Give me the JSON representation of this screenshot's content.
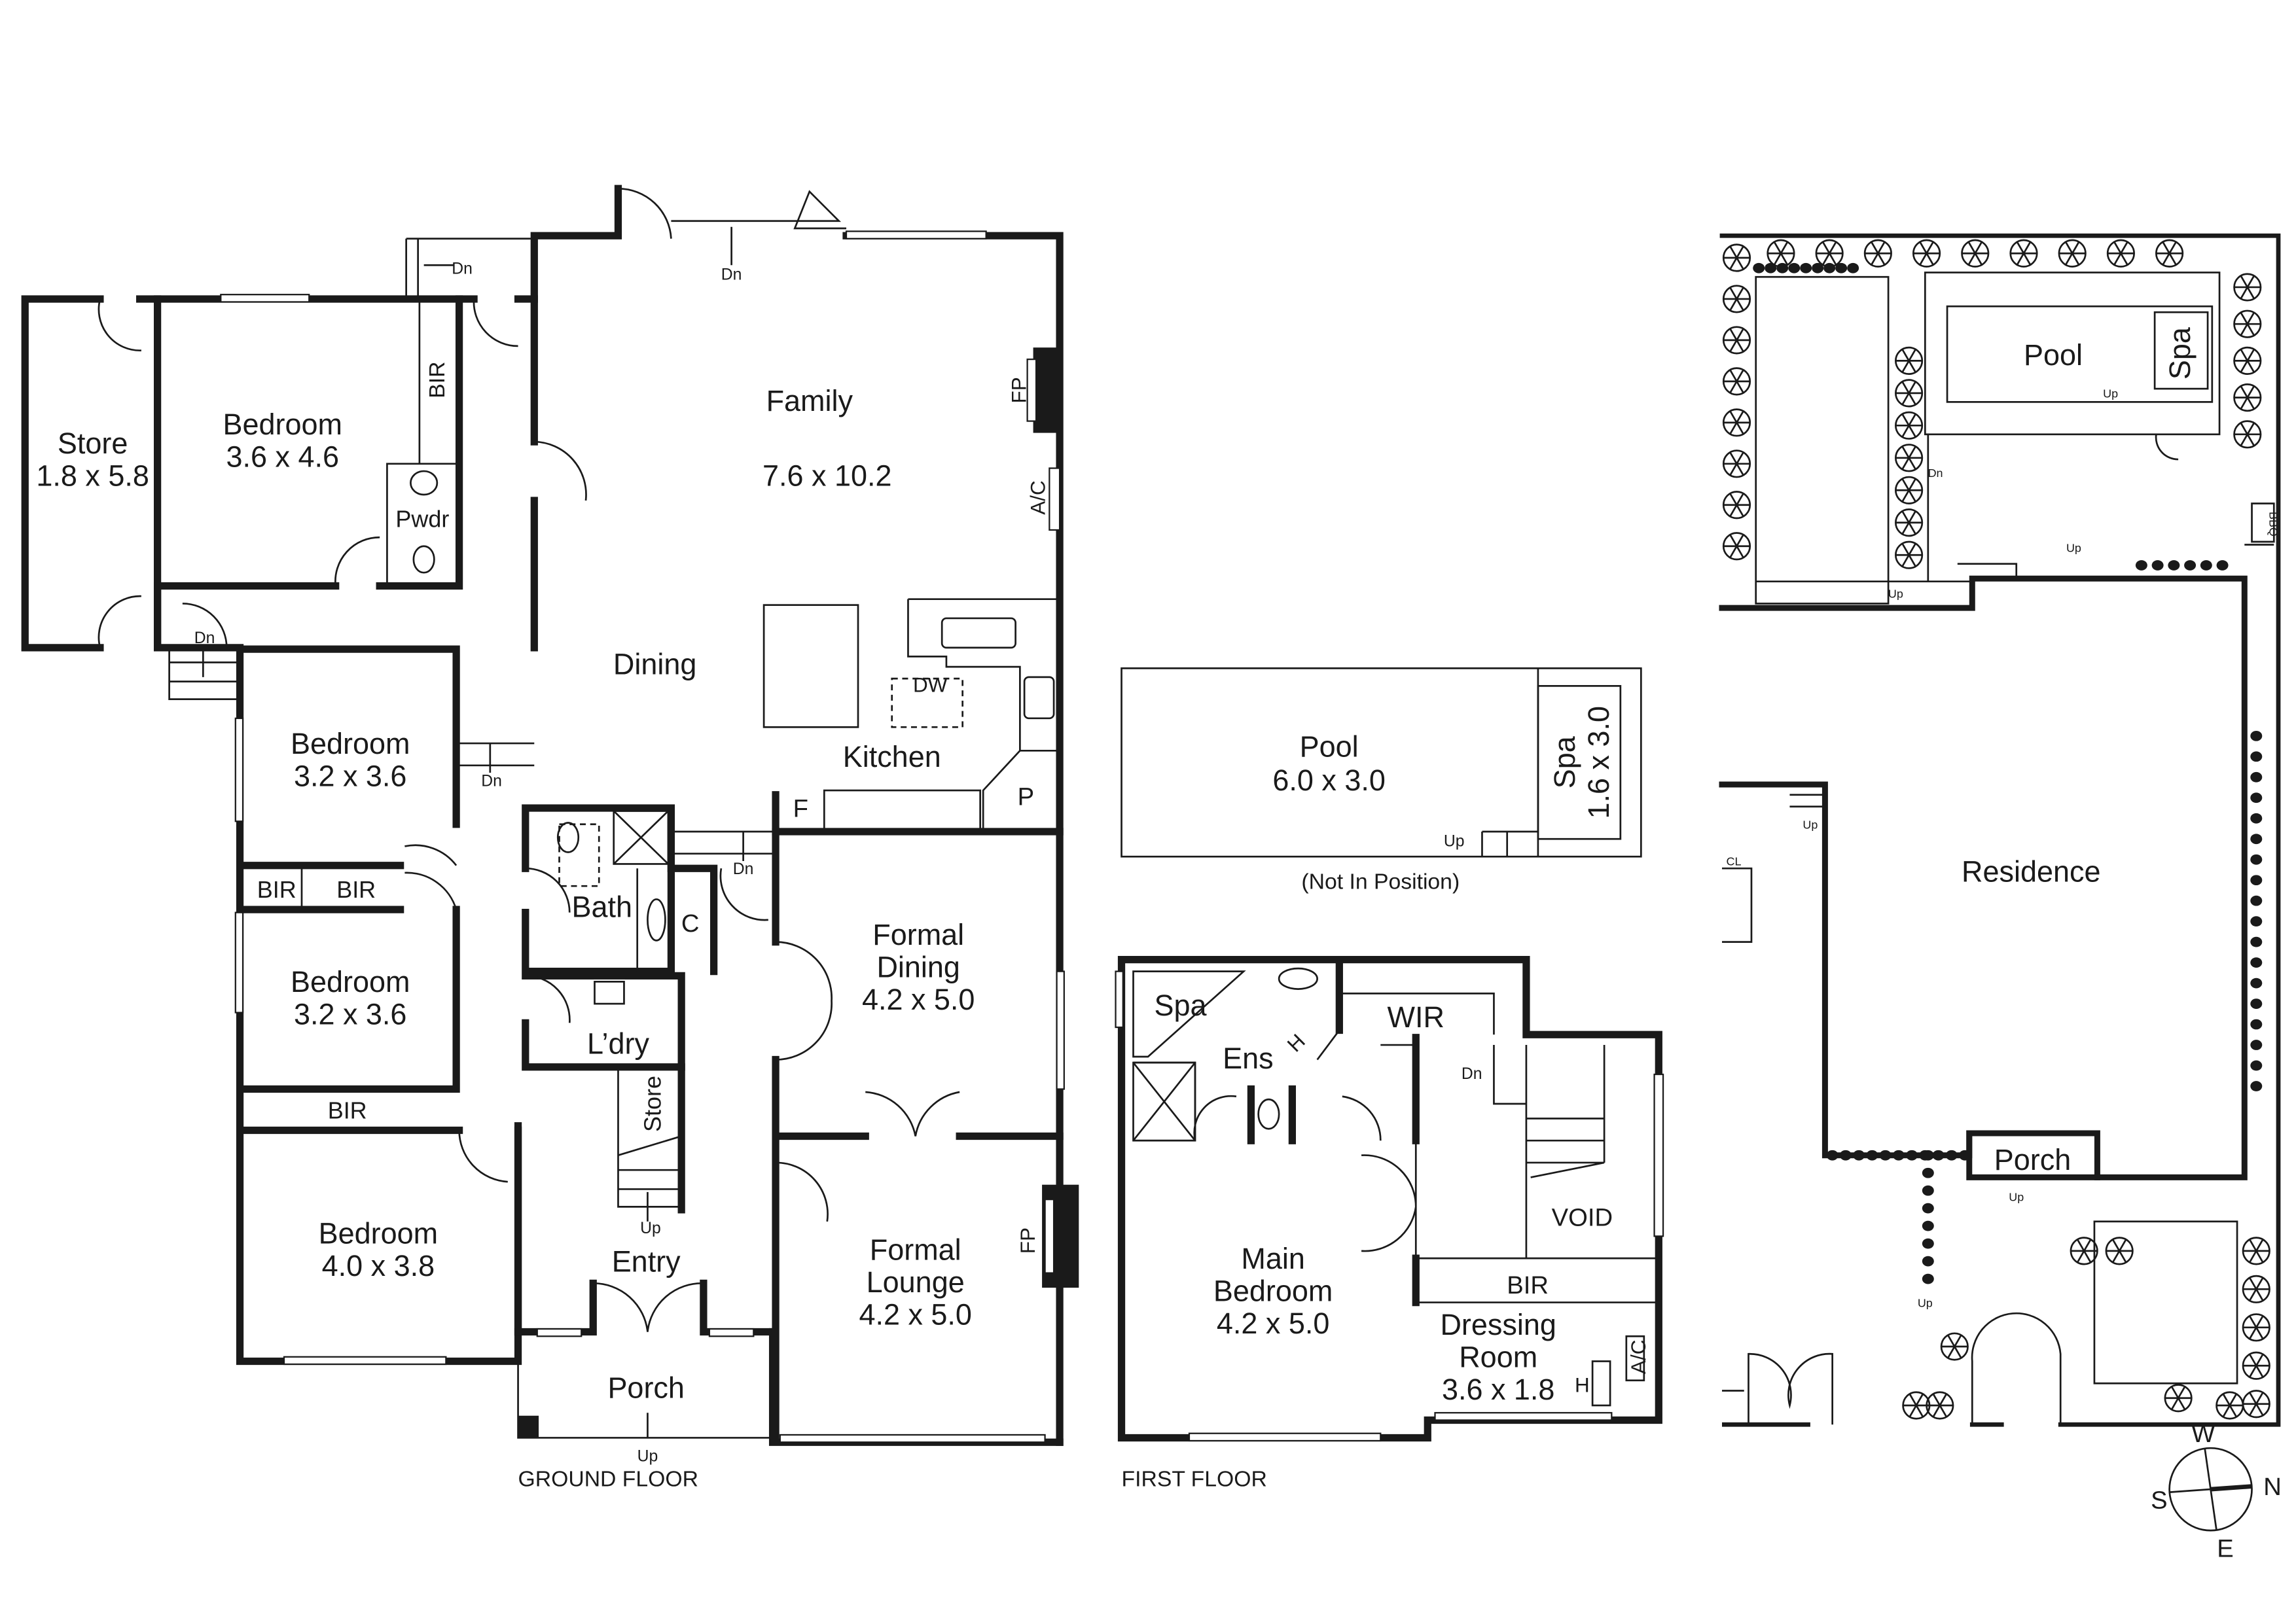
{
  "ground_floor": {
    "caption": "GROUND FLOOR",
    "rooms": {
      "store": {
        "name": "Store",
        "size": "1.8 x 5.8"
      },
      "bedroom1": {
        "name": "Bedroom",
        "size": "3.6 x 4.6"
      },
      "bir1": "BIR",
      "pwdr": "Pwdr",
      "family": {
        "name": "Family",
        "size": "7.6 x 10.2"
      },
      "fp1": "FP",
      "ac1": "A/C",
      "dining": "Dining",
      "kitchen": "Kitchen",
      "dw": "DW",
      "f": "F",
      "p": "P",
      "bedroom2": {
        "name": "Bedroom",
        "size": "3.2 x 3.6"
      },
      "bir2": "BIR",
      "bir3": "BIR",
      "bedroom3": {
        "name": "Bedroom",
        "size": "3.2 x 3.6"
      },
      "bir4": "BIR",
      "bedroom4": {
        "name": "Bedroom",
        "size": "4.0 x 3.8"
      },
      "bath": "Bath",
      "c": "C",
      "laundry": "L’dry",
      "store2": "Store",
      "entry": "Entry",
      "porch": "Porch",
      "formal_dining": {
        "line1": "Formal",
        "line2": "Dining",
        "size": "4.2 x 5.0"
      },
      "formal_lounge": {
        "line1": "Formal",
        "line2": "Lounge",
        "size": "4.2 x 5.0"
      },
      "fp2": "FP"
    },
    "stairs": {
      "dn": "Dn",
      "up": "Up"
    }
  },
  "first_floor": {
    "caption": "FIRST FLOOR",
    "pool": {
      "name": "Pool",
      "size": "6.0 x 3.0",
      "spa_name": "Spa",
      "spa_size": "1.6 x 3.0",
      "up": "Up",
      "note": "(Not In Position)"
    },
    "rooms": {
      "spa": "Spa",
      "ens": "Ens",
      "h1": "H",
      "wir": "WIR",
      "dn": "Dn",
      "void": "VOID",
      "main_bedroom": {
        "line1": "Main",
        "line2": "Bedroom",
        "size": "4.2 x 5.0"
      },
      "bir": "BIR",
      "dressing": {
        "line1": "Dressing",
        "line2": "Room",
        "size": "3.6 x 1.8"
      },
      "ac": "A/C",
      "h2": "H"
    }
  },
  "site_plan": {
    "pool": "Pool",
    "spa": "Spa",
    "residence": "Residence",
    "porch": "Porch",
    "bbq": "BBQ",
    "cl": "CL",
    "up": "Up",
    "dn": "Dn",
    "compass": {
      "n": "N",
      "s": "S",
      "e": "E",
      "w": "W"
    }
  }
}
